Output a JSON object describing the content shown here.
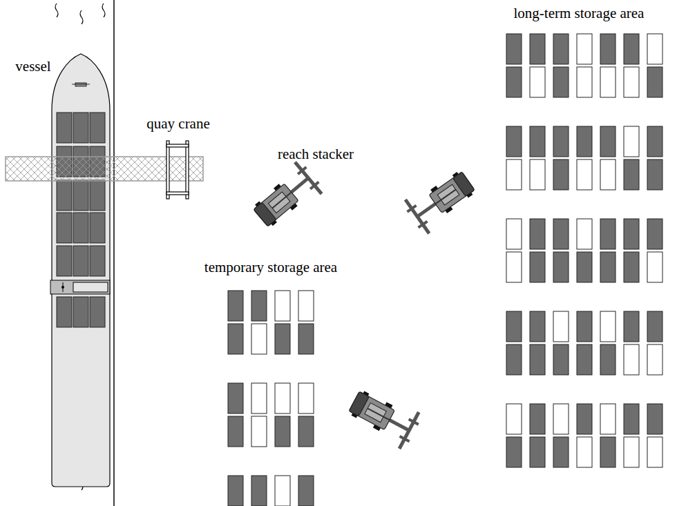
{
  "diagram": {
    "labels": [
      "vessel",
      "quay crane",
      "reach stacker",
      "temporary storage area",
      "long-term storage area"
    ]
  }
}
